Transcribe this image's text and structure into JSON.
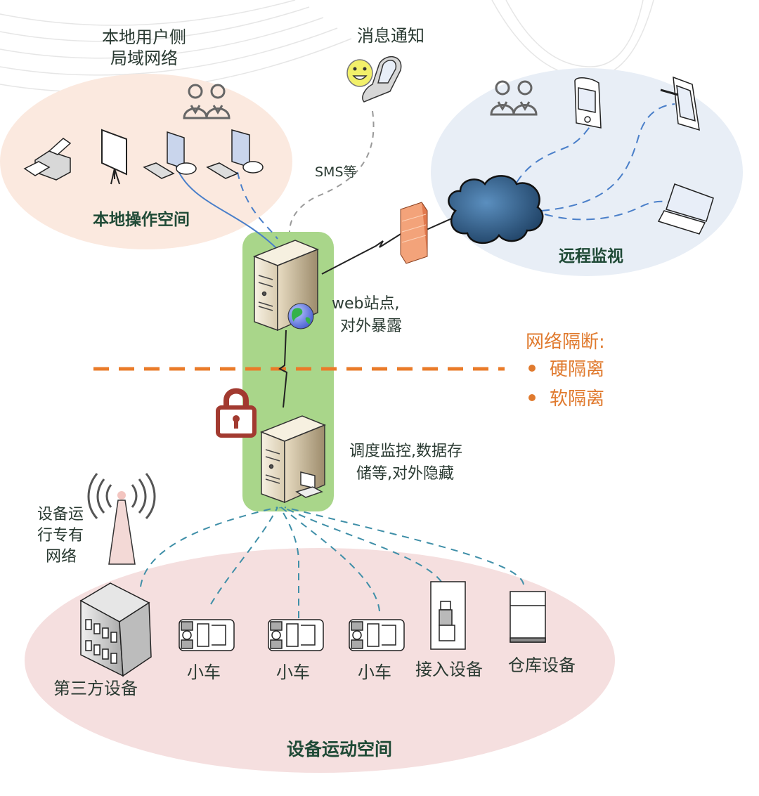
{
  "colors": {
    "local_zone": "#fbe9df",
    "remote_zone": "#e8eef6",
    "device_zone": "#f5dfdf",
    "server_column": "#a9d68a",
    "isolation_line": "#ea7b29",
    "text_dark": "#2a3a32",
    "text_green": "#1f4a36",
    "lock": "#a23a30",
    "cloud": "#2f5f8a",
    "firewall": "#f3a37a",
    "link_blue": "#4a7fc9",
    "link_teal": "#3f8fa8",
    "link_gray": "#888888"
  },
  "zones": {
    "local": {
      "title_line1": "本地用户侧",
      "title_line2": "局域网络",
      "label": "本地操作空间",
      "icons": [
        "users-icon",
        "printer-icon",
        "projector-screen-icon",
        "workstation-icon",
        "workstation-icon"
      ]
    },
    "notification": {
      "title": "消息通知",
      "link_label": "SMS等",
      "icons": [
        "smiley-icon",
        "mobile-phone-icon"
      ]
    },
    "remote": {
      "label": "远程监视",
      "icons": [
        "users-icon",
        "pda-icon",
        "tablet-icon",
        "laptop-icon",
        "cloud-icon",
        "firewall-icon"
      ]
    },
    "servers": {
      "web_server_line1": "web站点,",
      "web_server_line2": "对外暴露",
      "core_server_line1": "调度监控,数据存",
      "core_server_line2": "储等,对外隐藏",
      "icons": [
        "web-server-icon",
        "globe-icon",
        "core-server-icon",
        "lock-icon"
      ]
    },
    "isolation": {
      "title": "网络隔断:",
      "items": [
        "硬隔离",
        "软隔离"
      ]
    },
    "device_space": {
      "label": "设备运动空间",
      "network_line1": "设备运",
      "network_line2": "行专有",
      "network_line3": "网络",
      "devices": [
        {
          "name": "第三方设备",
          "icon": "building-icon"
        },
        {
          "name": "小车",
          "icon": "cart-icon"
        },
        {
          "name": "小车",
          "icon": "cart-icon"
        },
        {
          "name": "小车",
          "icon": "cart-icon"
        },
        {
          "name": "接入设备",
          "icon": "access-device-icon"
        },
        {
          "name": "仓库设备",
          "icon": "warehouse-device-icon"
        }
      ]
    }
  }
}
